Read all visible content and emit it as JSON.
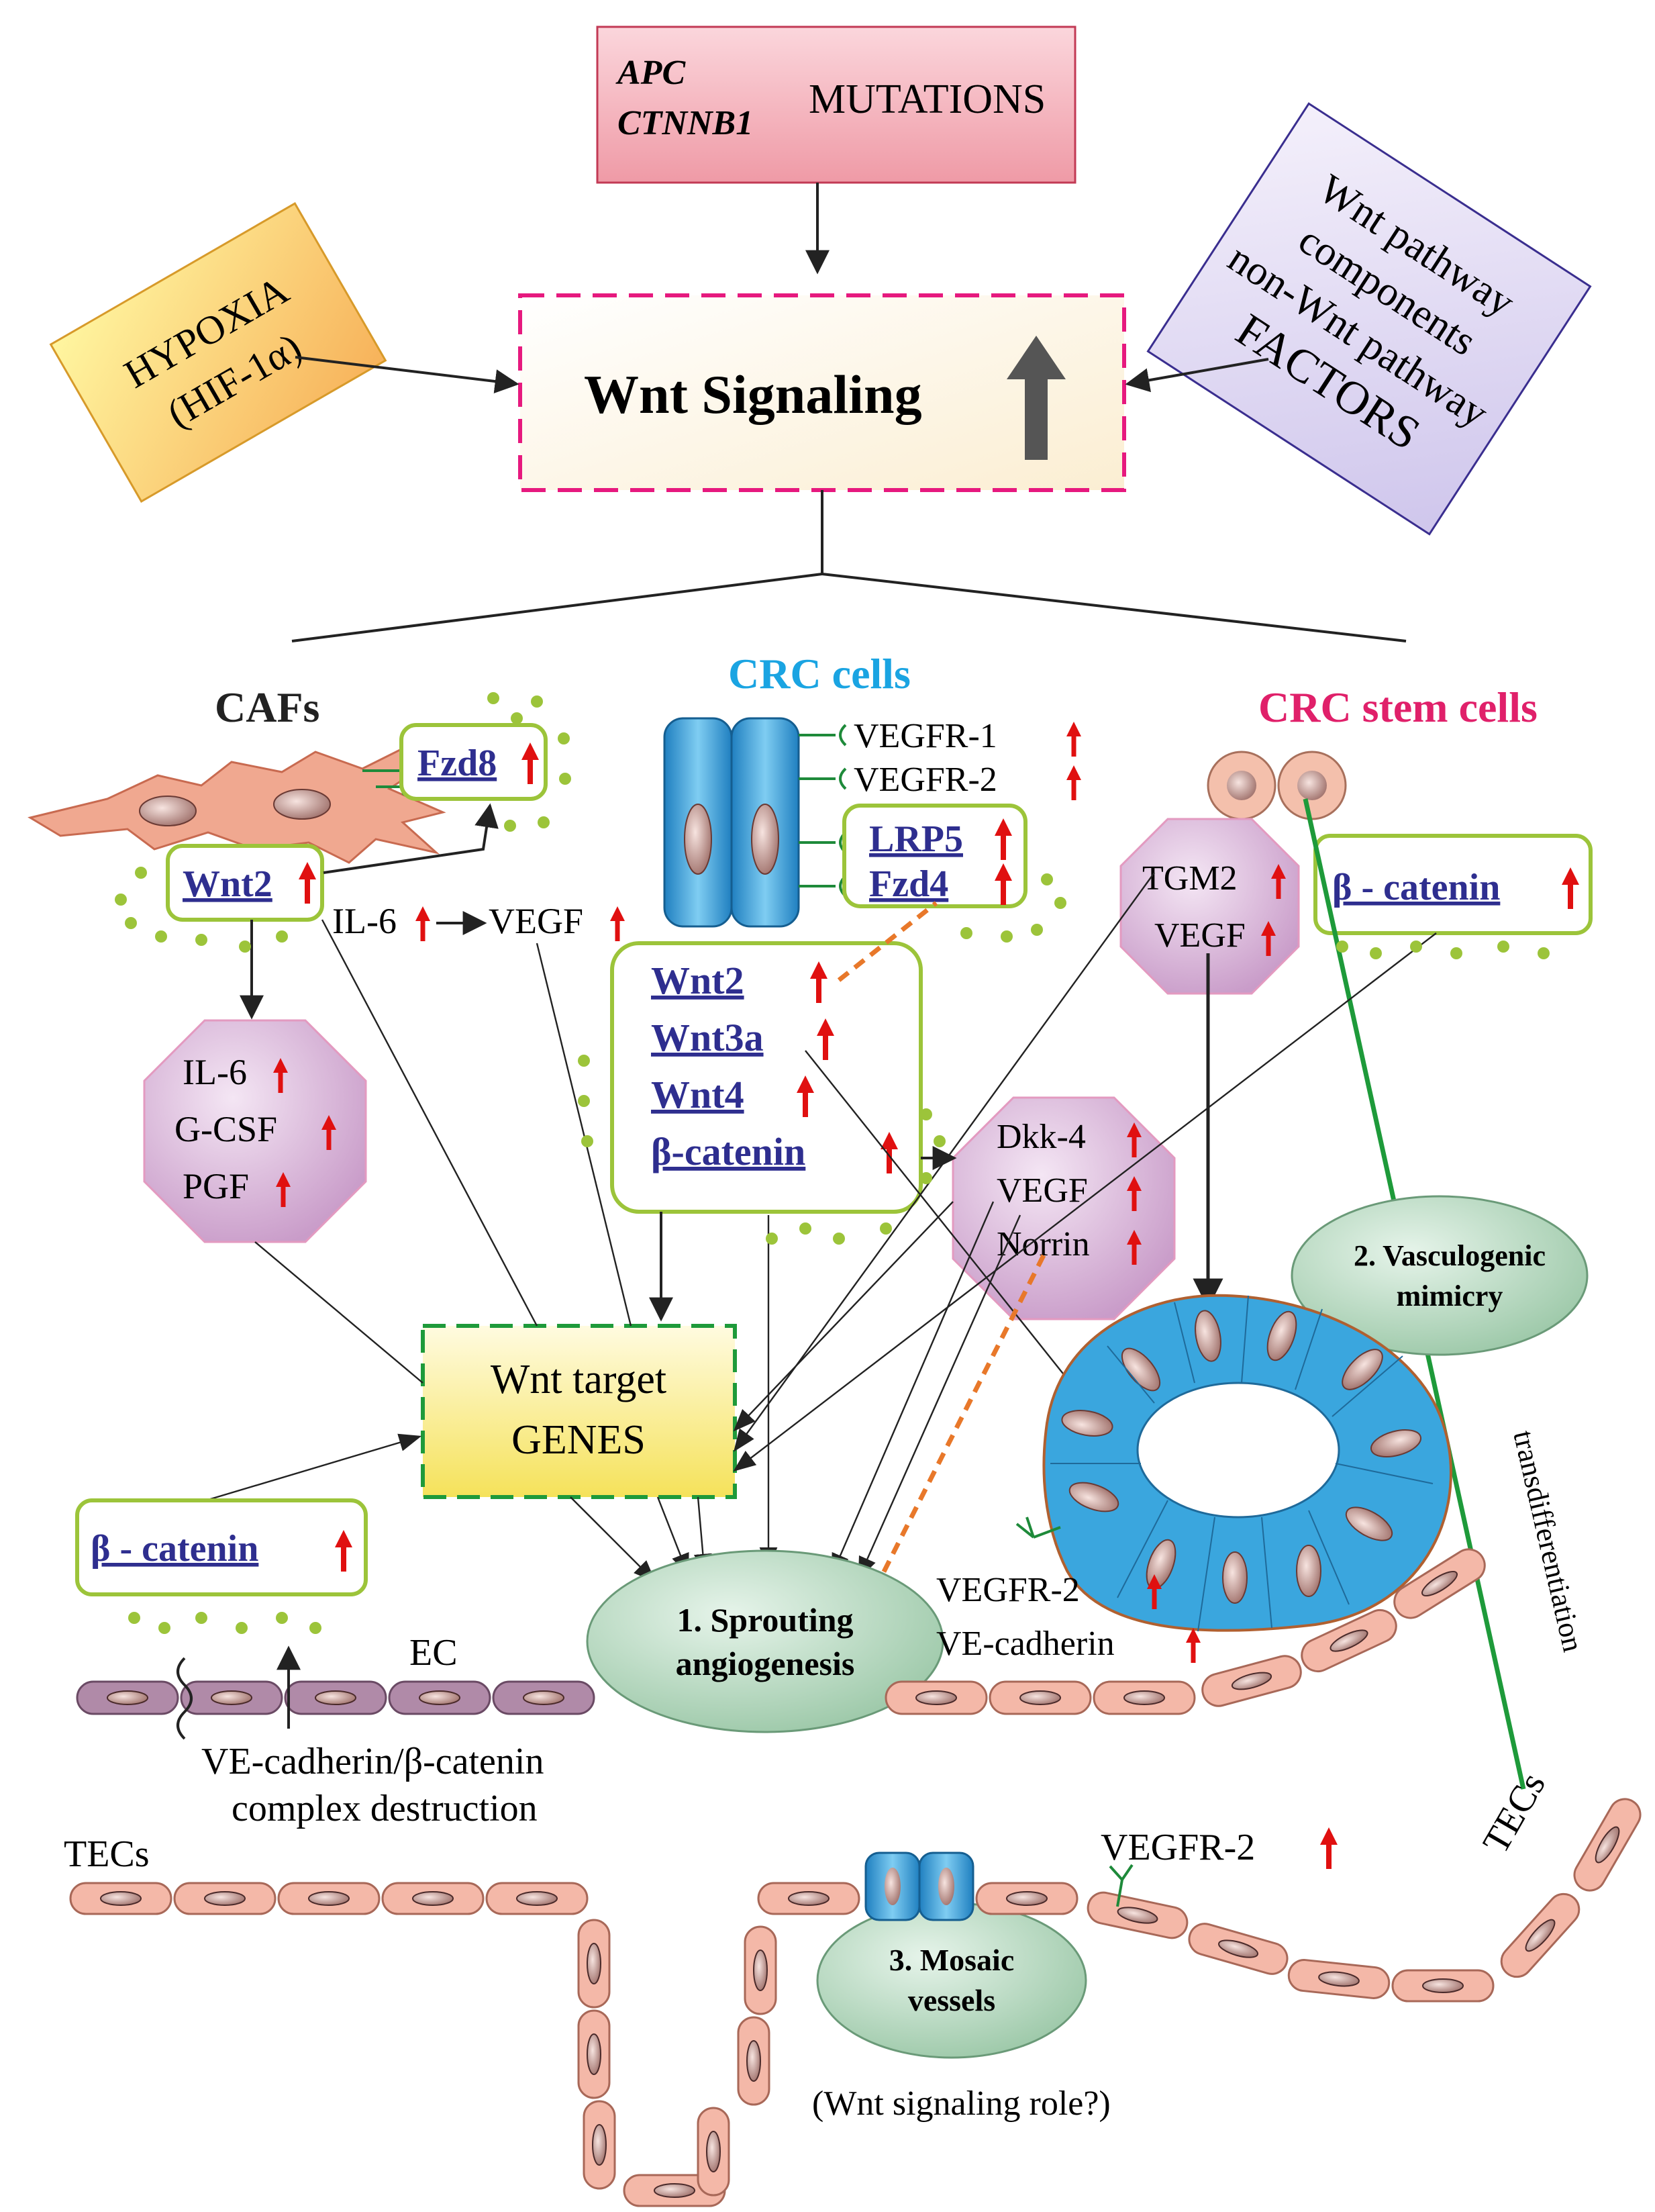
{
  "top_box": {
    "gene1": "APC",
    "gene2": "CTNNB1",
    "label": "MUTATIONS"
  },
  "hypoxia_box": {
    "line1": "HYPOXIA",
    "line2": "(HIF-1α)"
  },
  "factors_box": {
    "line1": "Wnt pathway",
    "line2": "components",
    "line3": "non-Wnt pathway",
    "line4": "FACTORS"
  },
  "center_box": {
    "label": "Wnt Signaling"
  },
  "groups": {
    "cafs": "CAFs",
    "crc_cells": "CRC cells",
    "crc_stem_cells": "CRC stem cells"
  },
  "cafs": {
    "fzd8": "Fzd8",
    "wnt2": "Wnt2",
    "il6": "IL-6",
    "vegf": "VEGF",
    "octagon": [
      "IL-6",
      "G-CSF",
      "PGF"
    ]
  },
  "crc": {
    "receptors": [
      "VEGFR-1",
      "VEGFR-2"
    ],
    "lrp_box": [
      "LRP5",
      "Fzd4"
    ],
    "main_box": [
      "Wnt2",
      "Wnt3a",
      "Wnt4",
      "β-catenin"
    ],
    "dkk_octagon": [
      "Dkk-4",
      "VEGF",
      "Norrin"
    ]
  },
  "stem": {
    "octagon": [
      "TGM2",
      "VEGF"
    ],
    "beta_box": "β - catenin"
  },
  "target_box": {
    "line1": "Wnt target",
    "line2": "GENES"
  },
  "left_beta_box": "β - catenin",
  "ellipses": {
    "sprouting": [
      "1. Sprouting",
      "angiogenesis"
    ],
    "mimicry": [
      "2. Vasculogenic",
      "mimicry"
    ],
    "mosaic": [
      "3. Mosaic",
      "vessels"
    ]
  },
  "labels": {
    "ec": "EC",
    "ve_destruction1": "VE-cadherin/β-catenin",
    "ve_destruction2": "complex destruction",
    "tecs_left": "TECs",
    "tecs_right": "TECs",
    "transdiff": "transdifferentiation",
    "vegfr2_tumor": "VEGFR-2",
    "vecad_tumor": "VE-cadherin",
    "vegfr2_bottom": "VEGFR-2",
    "role": "(Wnt signaling role?)"
  },
  "colors": {
    "link": "#2e2e8f",
    "up_arrow": "#e01010",
    "lime": "#9cc43a",
    "pink_dash": "#e6197e",
    "green_dash": "#1e9a3a",
    "orange_dash": "#e8782a",
    "octagon": "#d8b4d8",
    "ellipse": "#b4d8c0",
    "cell_pink": "#f2b8a2",
    "cell_blue": "#3aa6de",
    "caf": "#f0a890"
  }
}
